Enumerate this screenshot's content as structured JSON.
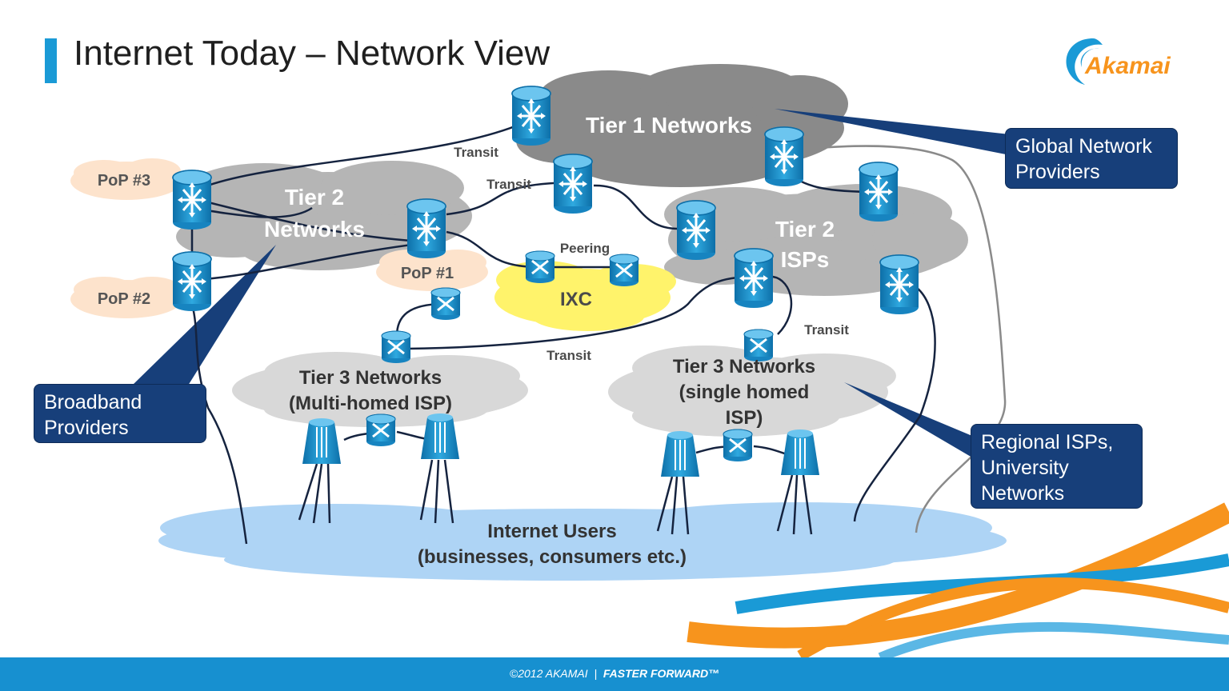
{
  "title": "Internet Today – Network View",
  "logo": {
    "text": "Akamai"
  },
  "clouds": {
    "tier1": "Tier 1 Networks",
    "tier2_left_line1": "Tier 2",
    "tier2_left_line2": "Networks",
    "tier2_right_line1": "Tier 2",
    "tier2_right_line2": "ISPs",
    "ixc": "IXC",
    "tier3_left_line1": "Tier 3 Networks",
    "tier3_left_line2": "(Multi-homed ISP)",
    "tier3_right_line1": "Tier 3 Networks",
    "tier3_right_line2": "(single homed",
    "tier3_right_line3": "ISP)",
    "users_line1": "Internet Users",
    "users_line2": "(businesses, consumers etc.)"
  },
  "pops": {
    "pop3": "PoP #3",
    "pop2": "PoP #2",
    "pop1": "PoP #1"
  },
  "link_labels": {
    "transit_top": "Transit",
    "transit_mid": "Transit",
    "peering": "Peering",
    "transit_bottom": "Transit",
    "transit_right": "Transit"
  },
  "callouts": {
    "global_line1": "Global Network",
    "global_line2": "Providers",
    "broadband_line1": "Broadband",
    "broadband_line2": "Providers",
    "regional_line1": "Regional ISPs,",
    "regional_line2": "University",
    "regional_line3": "Networks"
  },
  "footer": {
    "copyright": "©2012 AKAMAI",
    "separator": "|",
    "tagline": "FASTER FORWARD™"
  },
  "colors": {
    "accent": "#1a9ad6",
    "callout": "#173f7a",
    "tier1_cloud": "#8a8a8a",
    "tier2_cloud": "#b5b5b5",
    "tier3_cloud": "#d8d8d8",
    "ixc_cloud": "#fff36b",
    "pop_cloud": "#fde3cc",
    "users_cloud": "#aed4f5",
    "logo": "#f7941d"
  }
}
